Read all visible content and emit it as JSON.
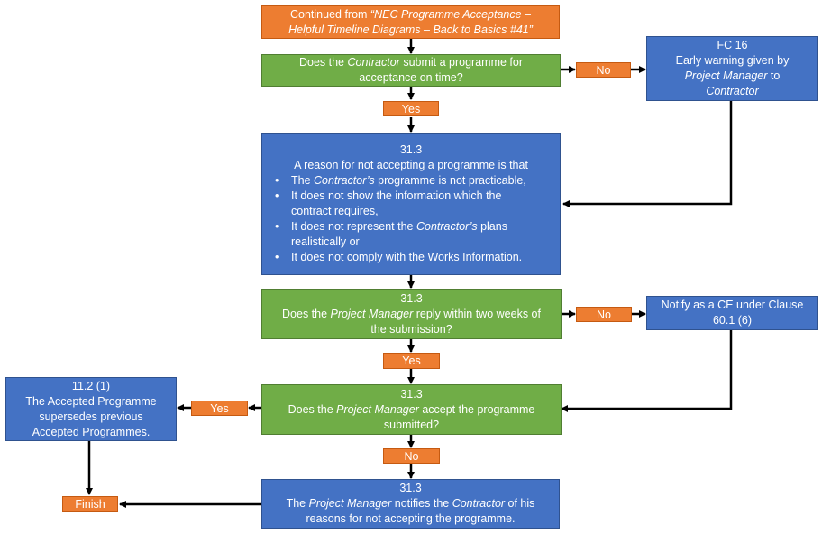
{
  "nodes": {
    "start": {
      "line1_pre": "Continued from ",
      "line1_em": "“NEC Programme Acceptance –",
      "line2_em": "Helpful Timeline Diagrams – Back to Basics #41”"
    },
    "q1": {
      "pre": "Does the ",
      "em": "Contractor",
      "post": " submit a programme for",
      "line2": "acceptance on time?"
    },
    "fc16": {
      "title": "FC 16",
      "line2": "Early warning given by",
      "line3_em": "Project Manager",
      "line3_post": " to",
      "line4_em": "Contractor"
    },
    "reason": {
      "clause": "31.3",
      "intro": "A reason for not accepting a programme is that",
      "bullet_char": "•",
      "b1_pre": "The ",
      "b1_em": "Contractor’s",
      "b1_post": " programme is not practicable,",
      "b2_l1": "It does not show the information which the",
      "b2_l2": "contract requires,",
      "b3_pre": "It does not represent the ",
      "b3_em": "Contractor’s",
      "b3_post": " plans",
      "b3_l2": "realistically or",
      "b4": "It does not comply with the Works Information."
    },
    "q2": {
      "clause": "31.3",
      "pre": "Does the ",
      "em": "Project Manager",
      "post": " reply within two weeks of",
      "line3": "the submission?"
    },
    "ce": {
      "line1": "Notify as a CE under Clause",
      "line2": "60.1 (6)"
    },
    "q3": {
      "clause": "31.3",
      "pre": "Does the ",
      "em": "Project Manager",
      "post": " accept the programme",
      "line3": "submitted?"
    },
    "accepted": {
      "clause": "11.2 (1)",
      "line2": "The Accepted Programme",
      "line3": "supersedes previous",
      "line4": "Accepted Programmes."
    },
    "notify": {
      "clause": "31.3",
      "pre": "The ",
      "em1": "Project Manager",
      "mid": " notifies the ",
      "em2": "Contractor",
      "post": " of his",
      "line3": "reasons for not accepting the programme."
    },
    "finish": "Finish"
  },
  "labels": {
    "q1_no": "No",
    "q1_yes": "Yes",
    "q2_no": "No",
    "q2_yes": "Yes",
    "q3_yes": "Yes",
    "q3_no": "No"
  },
  "colors": {
    "orange": "#ED7D31",
    "green": "#70AD47",
    "blue": "#4472C4",
    "arrow": "#000000"
  }
}
